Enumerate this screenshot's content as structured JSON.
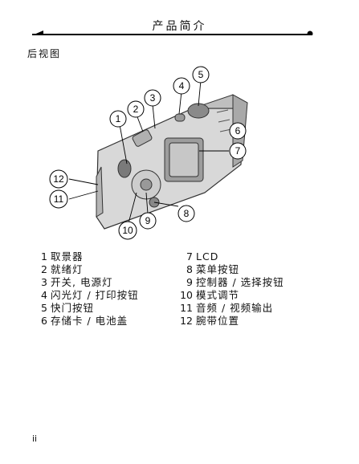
{
  "header": {
    "title": "产品简介"
  },
  "section": {
    "title": "后视图"
  },
  "callouts": [
    "1",
    "2",
    "3",
    "4",
    "5",
    "6",
    "7",
    "8",
    "9",
    "10",
    "11",
    "12"
  ],
  "legend": {
    "left": [
      {
        "num": "1",
        "text": "取景器"
      },
      {
        "num": "2",
        "text": "就绪灯"
      },
      {
        "num": "3",
        "text": "开关, 电源灯"
      },
      {
        "num": "4",
        "text": "闪光灯 / 打印按钮"
      },
      {
        "num": "5",
        "text": "快门按钮"
      },
      {
        "num": "6",
        "text": "存储卡 / 电池盖"
      }
    ],
    "right": [
      {
        "num": "7",
        "text": "LCD"
      },
      {
        "num": "8",
        "text": "菜单按钮"
      },
      {
        "num": "9",
        "text": "控制器 / 选择按钮"
      },
      {
        "num": "10",
        "text": "模式调节"
      },
      {
        "num": "11",
        "text": "音频 / 视频输出"
      },
      {
        "num": "12",
        "text": "腕带位置"
      }
    ]
  },
  "footer": {
    "page_number": "ii"
  }
}
